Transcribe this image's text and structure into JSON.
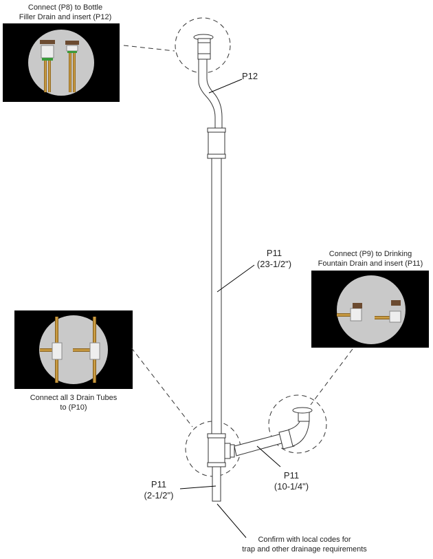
{
  "callouts": {
    "bottle_filler": {
      "line1": "Connect (P8) to Bottle",
      "line2": "Filler Drain and insert (P12)"
    },
    "fountain": {
      "line1": "Connect (P9) to Drinking",
      "line2": "Fountain Drain and insert (P11)"
    },
    "drain_tubes": {
      "line1": "Connect all 3 Drain Tubes",
      "line2": "to (P10)"
    },
    "codes": {
      "line1": "Confirm with local codes for",
      "line2": "trap and other drainage requirements"
    }
  },
  "parts": {
    "p12": {
      "name": "P12"
    },
    "p11_long": {
      "name": "P11",
      "length": "(23-1/2\")"
    },
    "p11_horizontal": {
      "name": "P11",
      "length": "(10-1/4\")"
    },
    "p11_short": {
      "name": "P11",
      "length": "(2-1/2\")"
    }
  },
  "colors": {
    "inset_bg": "#000000",
    "inset_circle": "#c9c9c9",
    "brass": "#b8862b",
    "pipe_stroke": "#333333"
  }
}
